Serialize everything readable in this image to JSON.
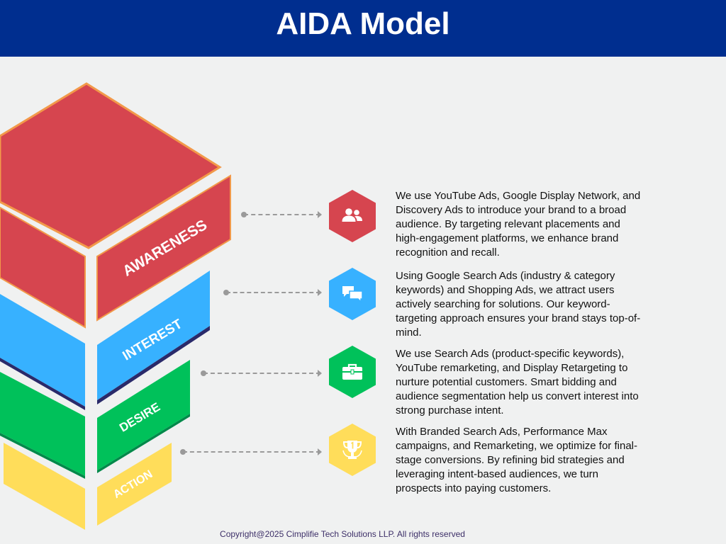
{
  "title": "AIDA Model",
  "stages": [
    {
      "label": "AWARENESS",
      "icon": "users-icon",
      "color": "#d6454f",
      "description": "We use YouTube Ads, Google Display Network, and Discovery Ads to introduce your brand to a broad audience. By targeting relevant placements and high-engagement platforms, we enhance brand recognition and recall."
    },
    {
      "label": "INTEREST",
      "icon": "chat-bubbles-icon",
      "color": "#37b1ff",
      "description": "Using Google Search Ads (industry & category keywords) and Shopping Ads, we attract users actively searching for solutions. Our keyword-targeting approach ensures your brand stays top-of-mind."
    },
    {
      "label": "DESIRE",
      "icon": "briefcase-icon",
      "color": "#00c15a",
      "description": "We use Search Ads (product-specific keywords), YouTube remarketing, and Display Retargeting to nurture potential customers. Smart bidding and audience segmentation help us convert interest into strong purchase intent."
    },
    {
      "label": "ACTION",
      "icon": "trophy-icon",
      "color": "#ffdd5a",
      "description": "With Branded Search Ads, Performance Max campaigns, and Remarketing, we optimize for final-stage conversions. By refining bid strategies and leveraging intent-based audiences, we turn prospects into paying customers."
    }
  ],
  "footer": "Copyright@2025 Cimplifie Tech Solutions LLP. All rights reserved"
}
